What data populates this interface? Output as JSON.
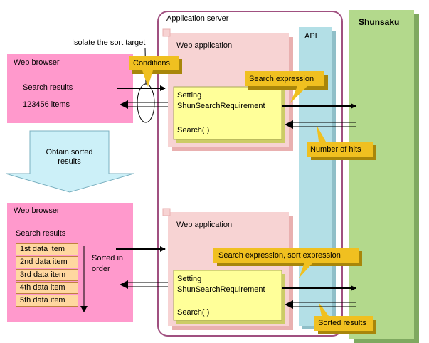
{
  "app_server": {
    "label": "Application server"
  },
  "api": {
    "label": "API"
  },
  "shunsaku": {
    "label": "Shunsaku"
  },
  "isolate_label": "Isolate the sort target",
  "top": {
    "browser_title": "Web browser",
    "search_results": "Search results",
    "item_count": "123456 items",
    "conditions_callout": "Conditions",
    "webapp_title": "Web application",
    "setting_line1": "Setting",
    "setting_line2": "ShunSearchRequirement",
    "search_call": "Search( )",
    "search_expression_callout": "Search expression",
    "number_of_hits_callout": "Number of hits"
  },
  "middle": {
    "obtain_line1": "Obtain sorted",
    "obtain_line2": "results"
  },
  "bottom": {
    "browser_title": "Web browser",
    "search_results": "Search results",
    "items": [
      "1st data item",
      "2nd data item",
      "3rd data item",
      "4th data item",
      "5th data item"
    ],
    "sorted_line1": "Sorted in",
    "sorted_line2": "order",
    "webapp_title": "Web application",
    "setting_line1": "Setting",
    "setting_line2": "ShunSearchRequirement",
    "search_call": "Search( )",
    "search_sort_callout": "Search expression, sort expression",
    "sorted_results_callout": "Sorted results"
  },
  "colors": {
    "browser": "#ff99cc",
    "webapp": "#f7d3d3",
    "setting_box": "#ffff99",
    "callout": "#f0c020",
    "api": "#b3dfe6",
    "shunsaku": "#b3d98c",
    "server_border": "#a05080"
  }
}
